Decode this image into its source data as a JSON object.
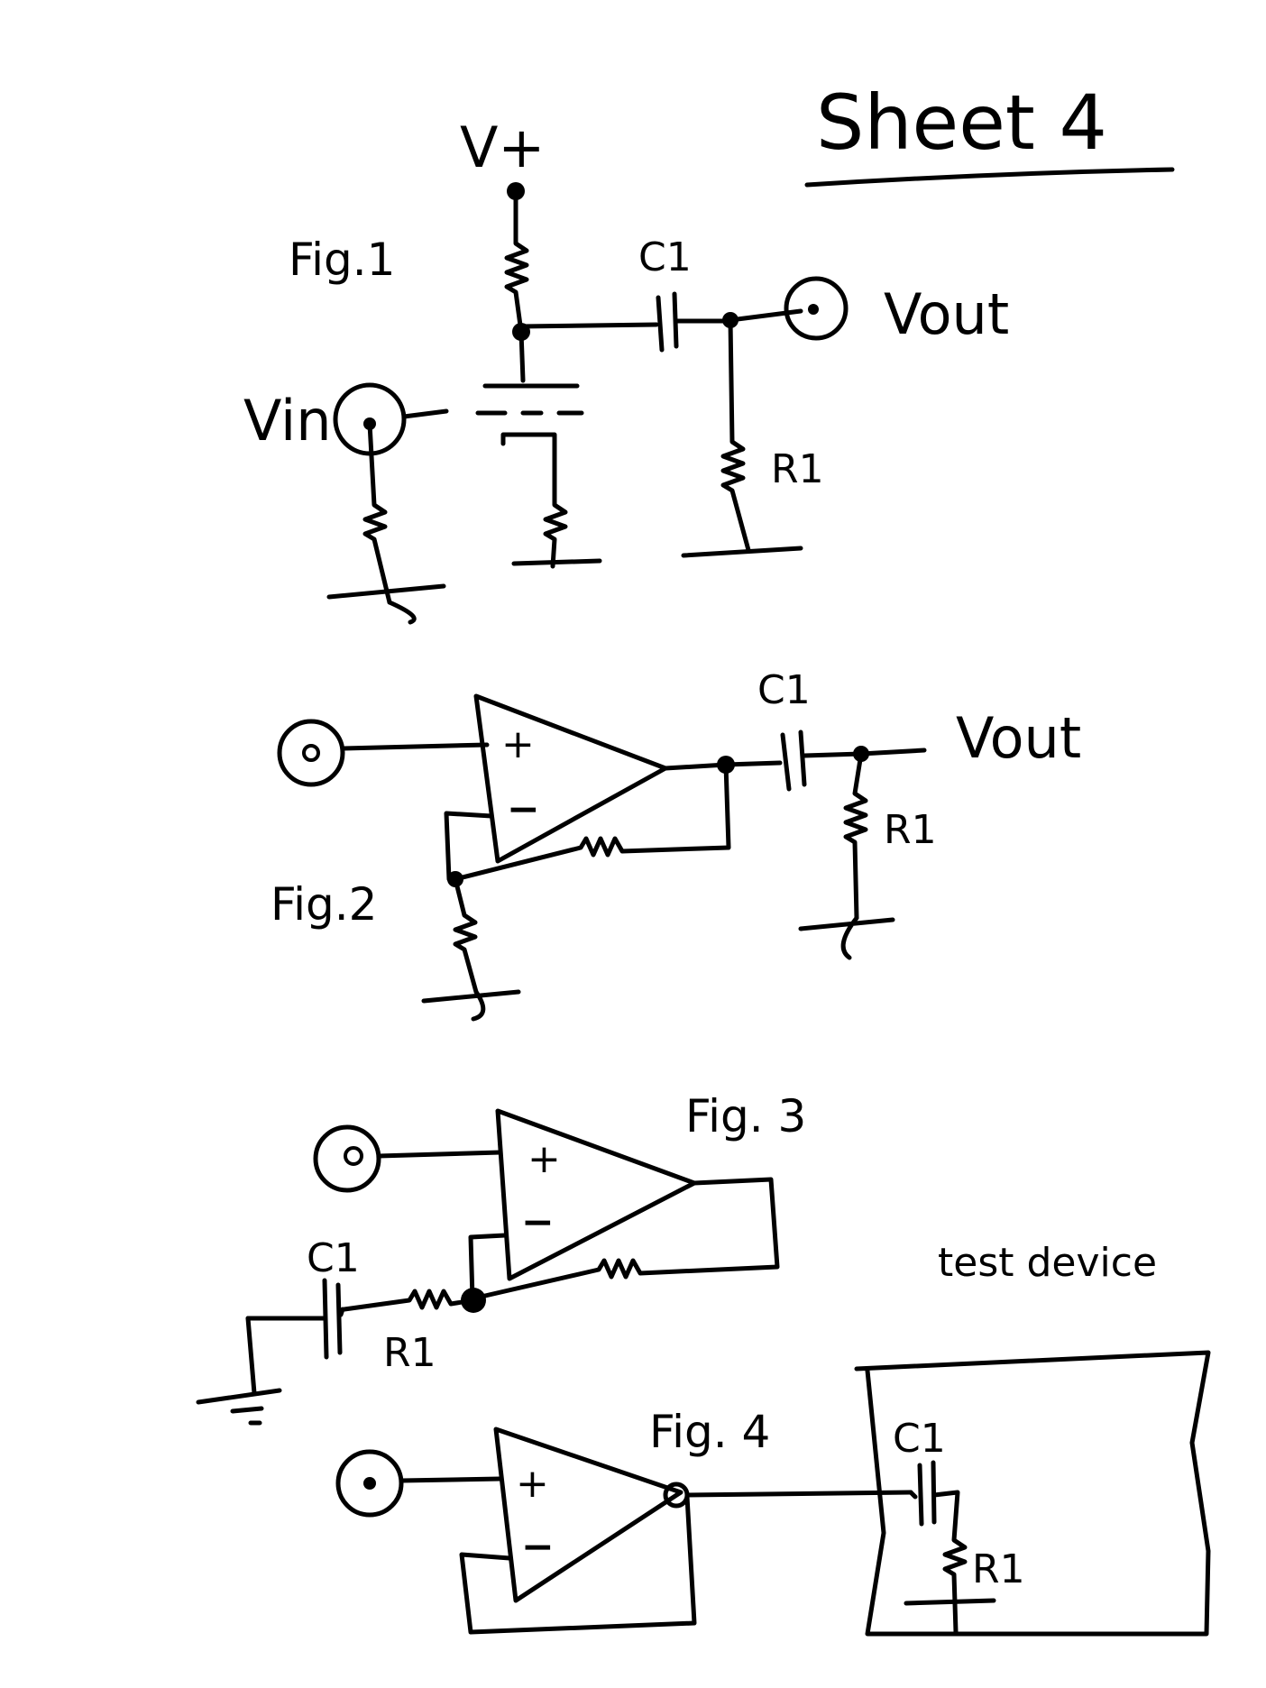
{
  "sheet": {
    "title": "Sheet 4"
  },
  "fig1": {
    "label": "Fig.1",
    "supply": "V+",
    "input": "Vin",
    "output": "Vout",
    "capacitor": "C1",
    "resistor": "R1"
  },
  "fig2": {
    "label": "Fig.2",
    "plus": "+",
    "minus": "−",
    "output": "Vout",
    "capacitor": "C1",
    "resistor": "R1"
  },
  "fig3": {
    "label": "Fig. 3",
    "plus": "+",
    "minus": "−",
    "capacitor": "C1",
    "resistor": "R1"
  },
  "fig4": {
    "label": "Fig. 4",
    "plus": "+",
    "minus": "−",
    "device_label": "test device",
    "capacitor": "C1",
    "resistor": "R1"
  }
}
